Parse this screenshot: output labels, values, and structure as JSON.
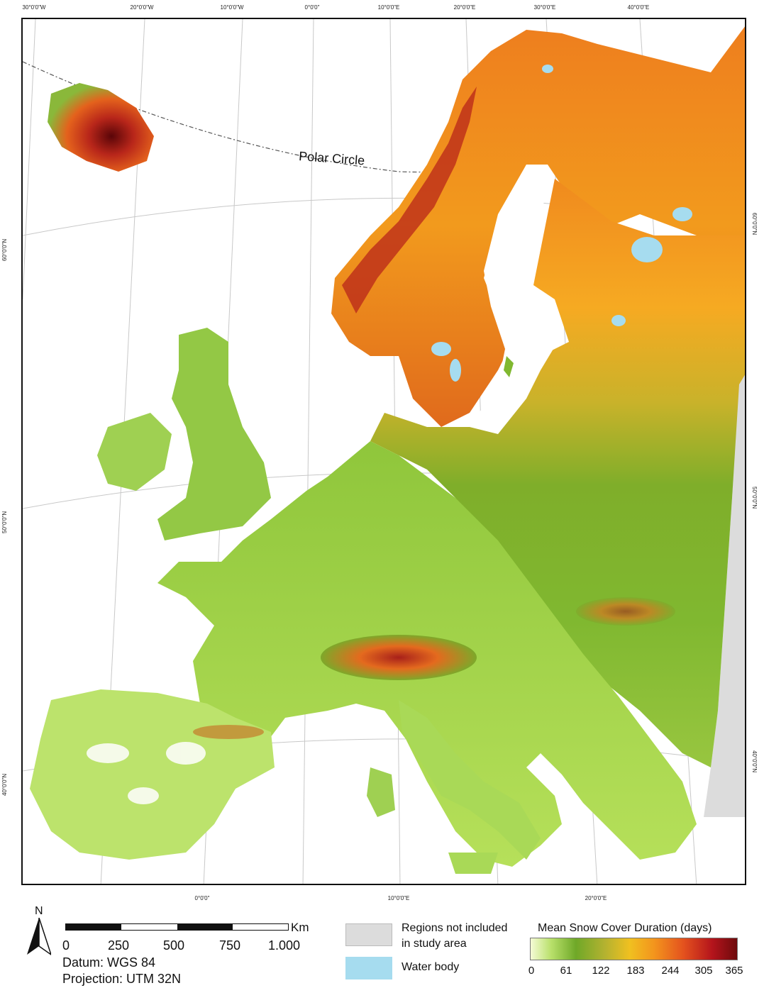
{
  "graticule_top": [
    "30°0'0\"W",
    "20°0'0\"W",
    "10°0'0\"W",
    "0°0'0\"",
    "10°0'0\"E",
    "20°0'0\"E",
    "30°0'0\"E",
    "40°0'0\"E"
  ],
  "graticule_bottom": [
    "0°0'0\"",
    "10°0'0\"E",
    "20°0'0\"E"
  ],
  "graticule_left": [
    "60°0'0\"N",
    "50°0'0\"N",
    "40°0'0\"N"
  ],
  "graticule_right": [
    "60°0'0\"N",
    "50°0'0\"N",
    "40°0'0\"N"
  ],
  "map_label": "Polar Circle",
  "north_label": "N",
  "scale": {
    "unit": "Km",
    "ticks": [
      "0",
      "250",
      "500",
      "750",
      "1.000"
    ]
  },
  "datum": "Datum: WGS 84",
  "projection": "Projection: UTM 32N",
  "legend": {
    "not_included_line1": "Regions not included",
    "not_included_line2": "in study area",
    "water": "Water body",
    "ramp_title": "Mean Snow Cover Duration (days)",
    "ramp_values": [
      "0",
      "61",
      "122",
      "183",
      "244",
      "305",
      "365"
    ],
    "colors": {
      "not_included": "#dcdcdc",
      "water": "#a6dcef",
      "low": "#c4e87a",
      "mid": "#6fa828",
      "high": "#f3941d",
      "max": "#8e0f12"
    }
  }
}
